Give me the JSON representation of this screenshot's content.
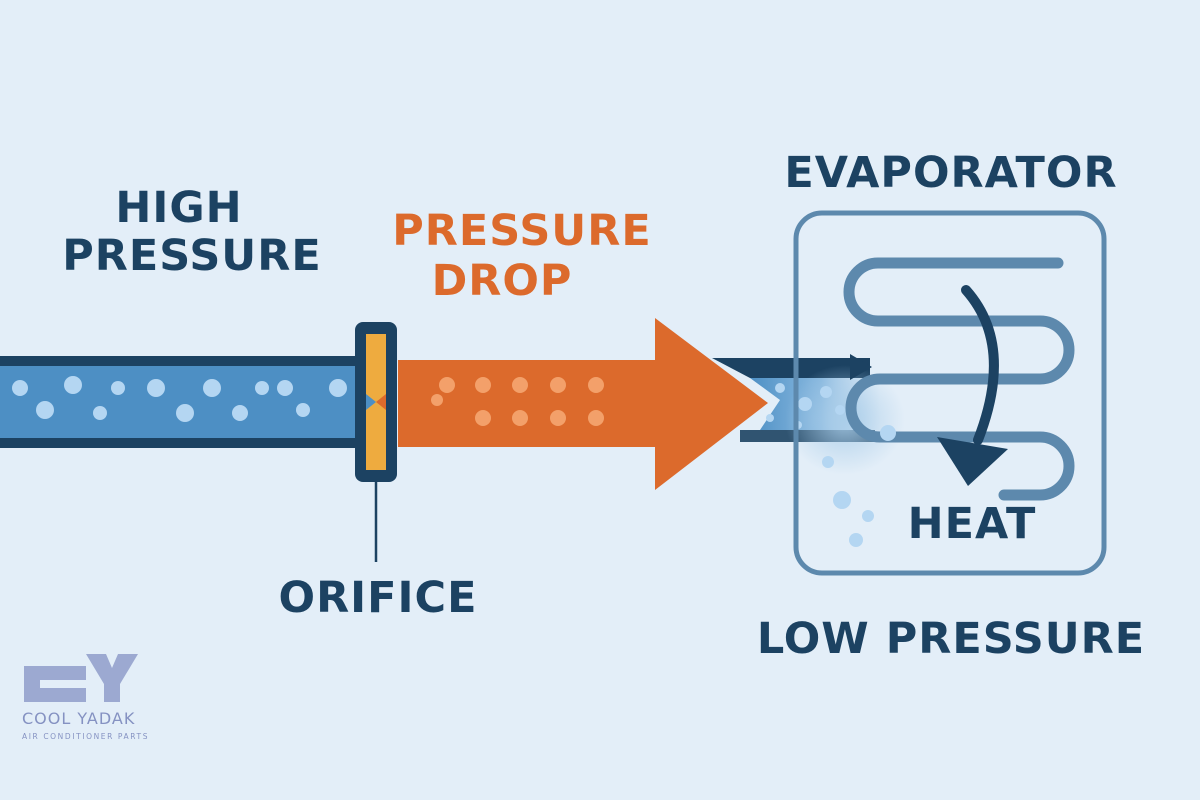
{
  "labels": {
    "high_pressure_line1": "HIGH",
    "high_pressure_line2": "PRESSURE",
    "pressure_drop_line1": "PRESSURE",
    "pressure_drop_line2": "DROP",
    "evaporator": "EVAPORATOR",
    "orifice": "ORIFICE",
    "heat": "HEAT",
    "low_pressure": "LOW PRESSURE"
  },
  "logo": {
    "mark": "CY",
    "name": "COOL YADAK",
    "tagline": "AIR CONDITIONER PARTS"
  },
  "colors": {
    "background": "#e3eef8",
    "navy": "#1c4262",
    "pipe_blue": "#4d8fc4",
    "bubble": "#b4d6f2",
    "drop_orange": "#dc6a2c",
    "orange_dot": "#f3a06a",
    "orifice_yellow": "#eeab3f",
    "coil": "#5d89ad",
    "logo_mark": "#9ca9d1"
  },
  "icons": [
    "flow-arrow-icon",
    "heat-arrow-icon",
    "orifice-icon",
    "logo-mark-icon"
  ]
}
